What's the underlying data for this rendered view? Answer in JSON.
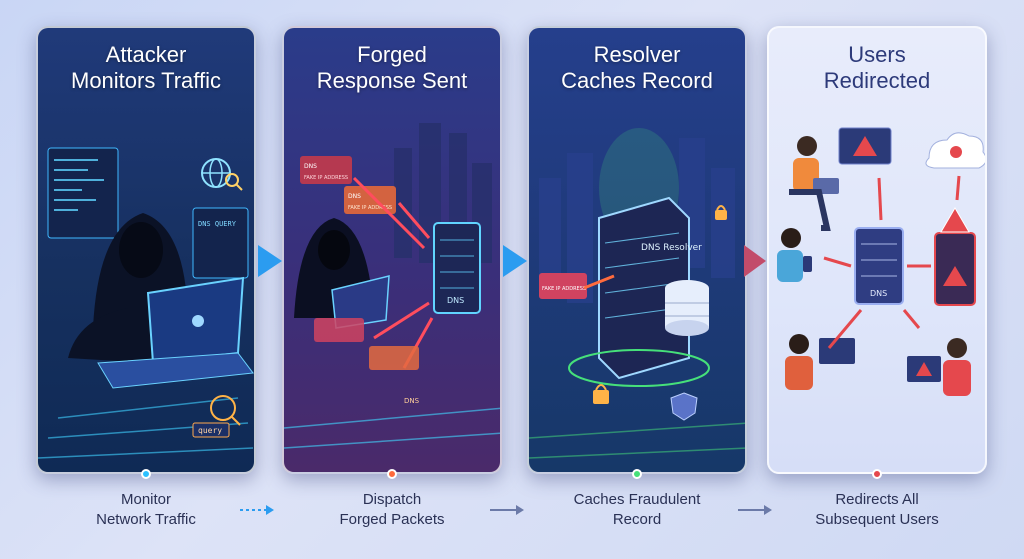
{
  "panels": [
    {
      "title_line1": "Attacker",
      "title_line2": "Monitors Traffic",
      "caption_line1": "Monitor",
      "caption_line2": "Network Traffic",
      "labels": {
        "tag1": "DNS QUERY",
        "tag2": "query"
      }
    },
    {
      "title_line1": "Forged",
      "title_line2": "Response Sent",
      "caption_line1": "Dispatch",
      "caption_line2": "Forged Packets",
      "labels": {
        "server": "DNS",
        "pkt1": "DNS",
        "pkt2": "FAKE IP ADDRESS",
        "pkt3": "DNS",
        "pkt4": "FAKE IP ADDRESS",
        "small": "DNS"
      }
    },
    {
      "title_line1": "Resolver",
      "title_line2": "Caches Record",
      "caption_line1": "Caches Fraudulent",
      "caption_line2": "Record",
      "labels": {
        "server": "DNS Resolver",
        "pkt": "FAKE IP ADDRESS"
      }
    },
    {
      "title_line1": "Users",
      "title_line2": "Redirected",
      "caption_line1": "Redirects All",
      "caption_line2": "Subsequent Users",
      "labels": {
        "server": "DNS"
      }
    }
  ],
  "colors": {
    "accent_red": "#e5484d",
    "accent_green": "#46e07a",
    "accent_cyan": "#41d7ff",
    "accent_orange": "#ff8a3d"
  }
}
